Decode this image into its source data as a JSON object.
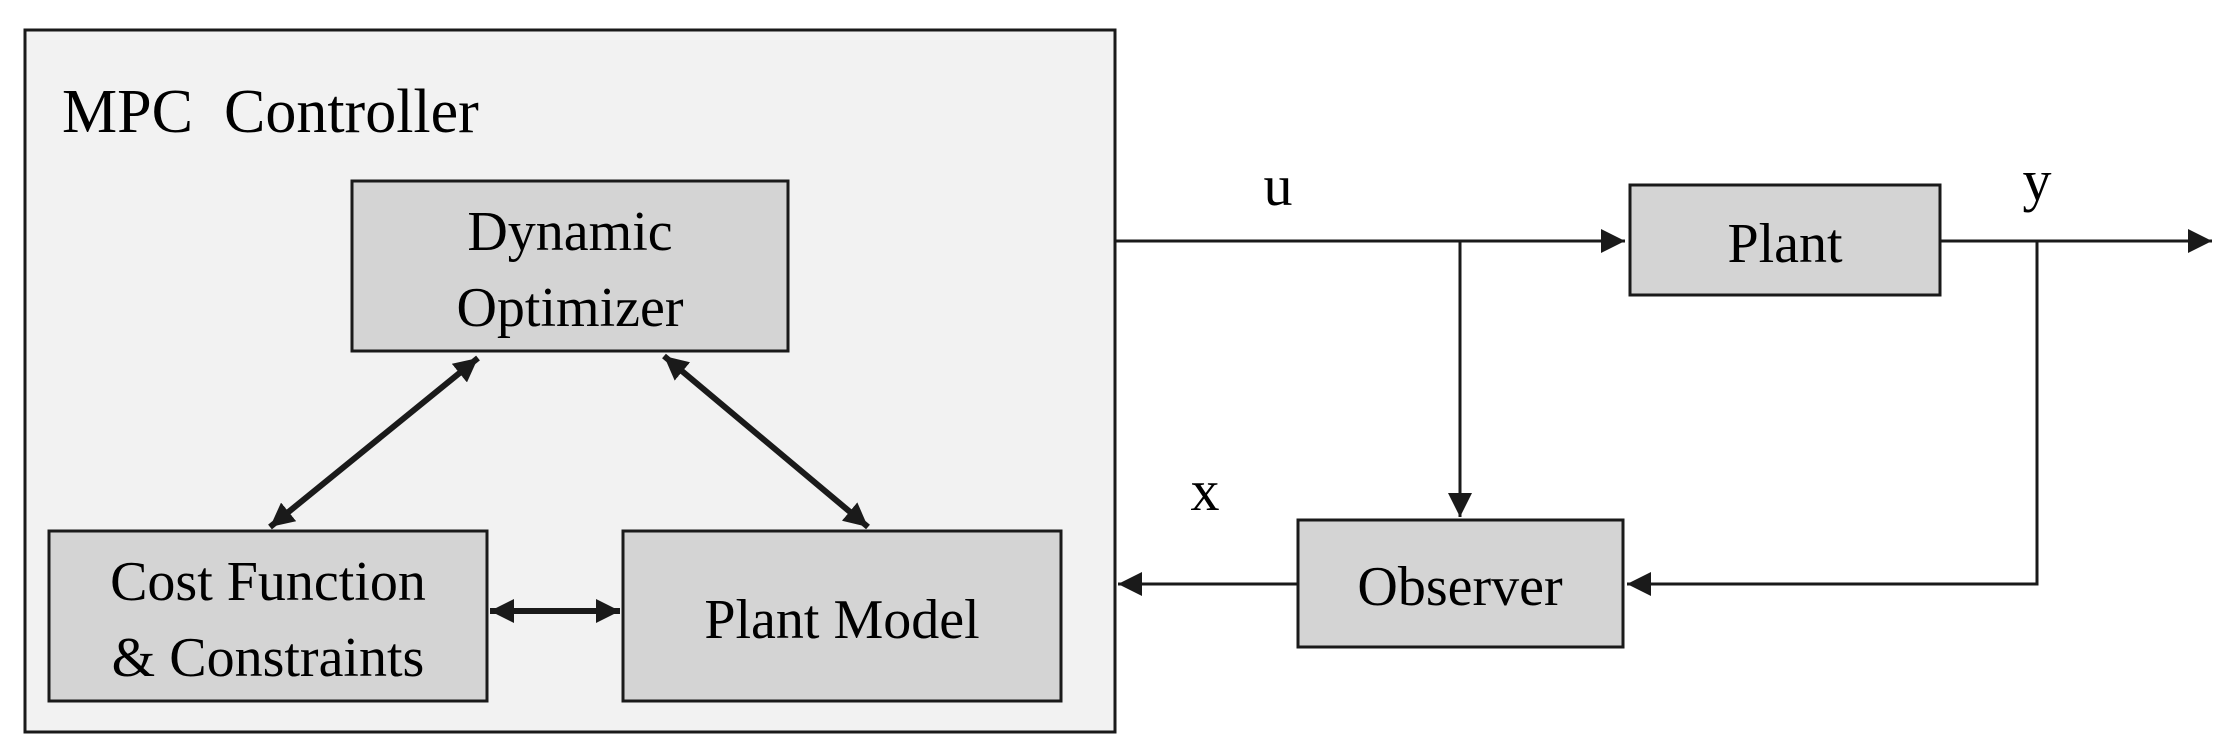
{
  "controller": {
    "title": "MPC  Controller"
  },
  "blocks": {
    "optimizer": {
      "line1": "Dynamic",
      "line2": "Optimizer"
    },
    "cost": {
      "line1": "Cost Function",
      "line2": "& Constraints"
    },
    "plant_model": {
      "label": "Plant Model"
    },
    "plant": {
      "label": "Plant"
    },
    "observer": {
      "label": "Observer"
    }
  },
  "signals": {
    "u": "u",
    "y": "y",
    "x": "x"
  },
  "colors": {
    "controller_fill": "#f2f2f2",
    "block_fill": "#d4d4d4",
    "stroke": "#1a1a1a"
  }
}
